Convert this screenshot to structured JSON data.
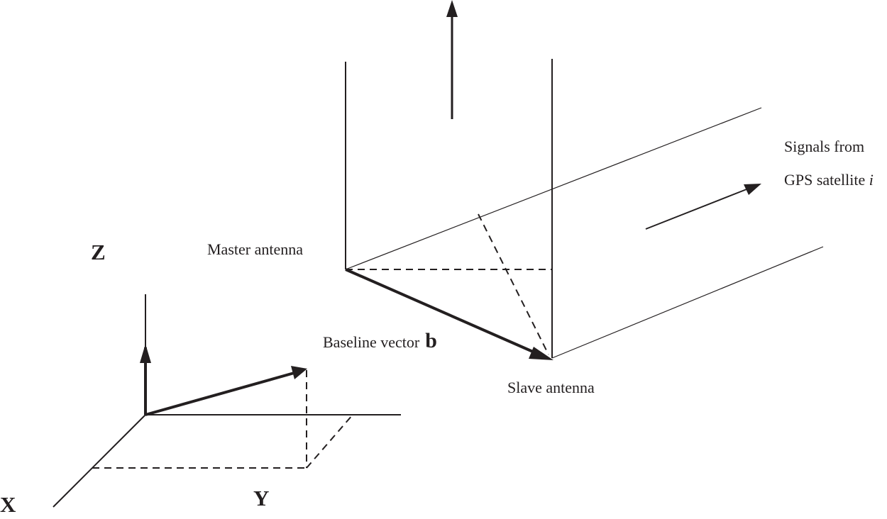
{
  "labels": {
    "master_antenna": "Master antenna",
    "slave_antenna": "Slave antenna",
    "baseline_vector": "Baseline vector",
    "baseline_symbol": "b",
    "signals_line1": "Signals from",
    "signals_line2": "GPS satellite",
    "satellite_index": "i",
    "axis_x": "X",
    "axis_y": "Y",
    "axis_z": "Z"
  },
  "colors": {
    "ink": "#231f20",
    "background": "#ffffff"
  }
}
